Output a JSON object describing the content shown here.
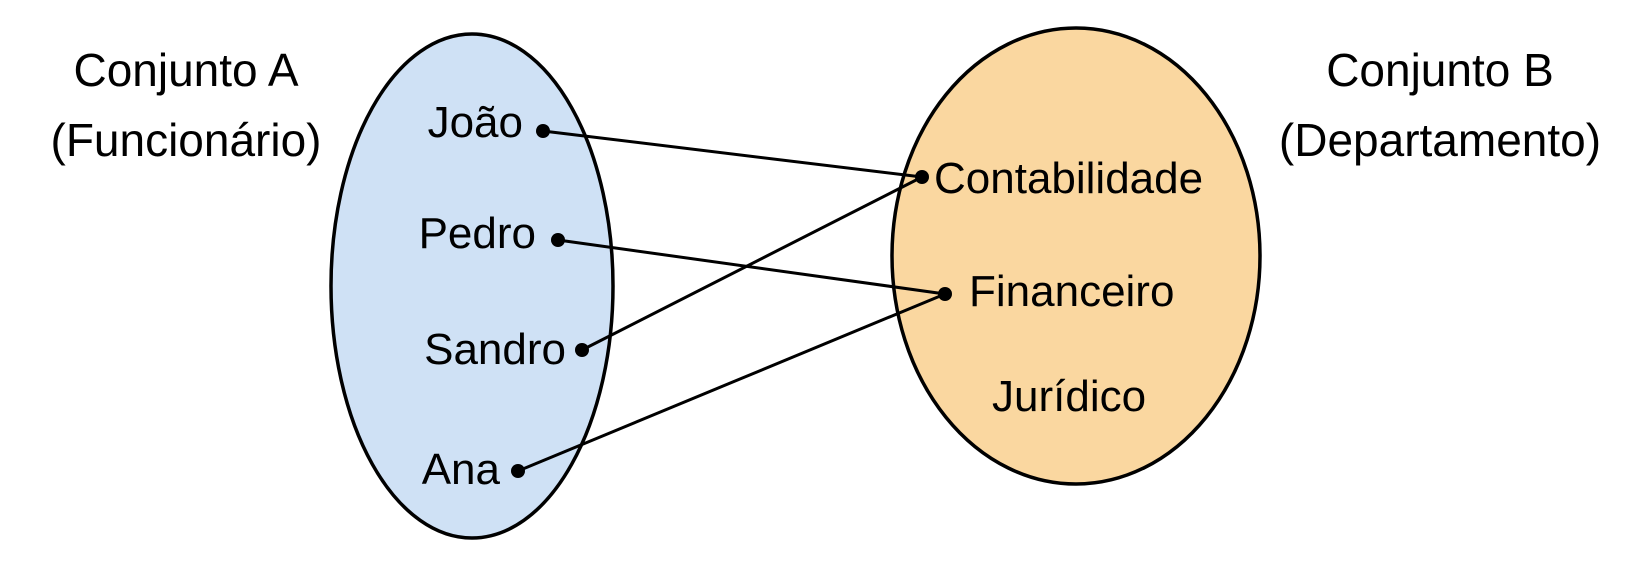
{
  "set_a": {
    "title_line1": "Conjunto A",
    "title_line2": "(Funcionário)",
    "fill_color": "#cfe1f5",
    "elements": [
      "João",
      "Pedro",
      "Sandro",
      "Ana"
    ]
  },
  "set_b": {
    "title_line1": "Conjunto B",
    "title_line2": "(Departamento)",
    "fill_color": "#fad7a0",
    "elements": [
      "Contabilidade",
      "Financeiro",
      "Jurídico"
    ]
  },
  "relations": [
    {
      "from": "João",
      "to": "Contabilidade"
    },
    {
      "from": "Pedro",
      "to": "Financeiro"
    },
    {
      "from": "Sandro",
      "to": "Contabilidade"
    },
    {
      "from": "Ana",
      "to": "Financeiro"
    }
  ]
}
